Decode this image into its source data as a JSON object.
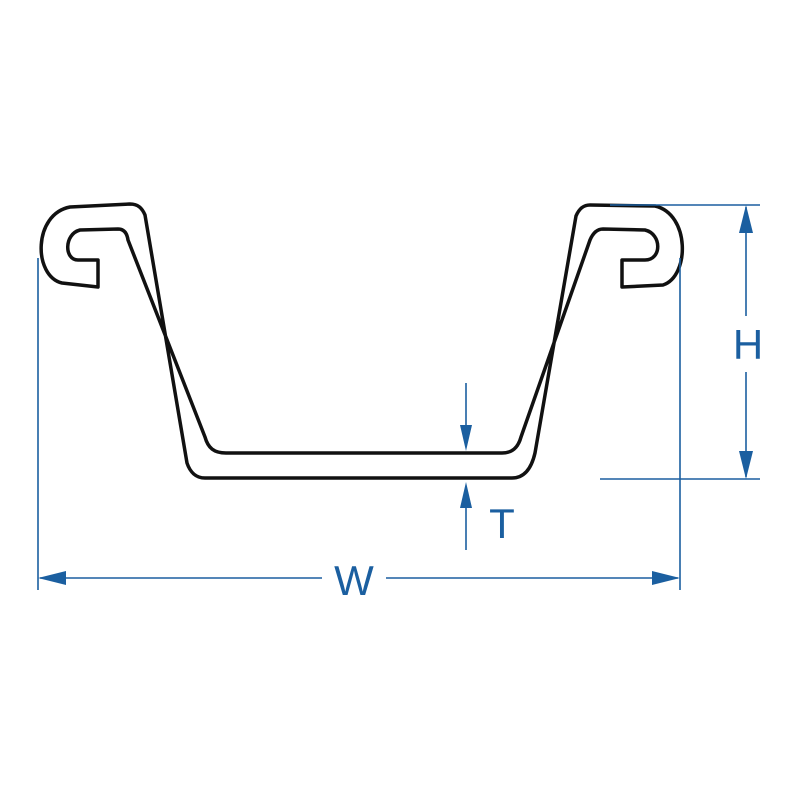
{
  "diagram": {
    "labels": {
      "width": "W",
      "height": "H",
      "thickness": "T"
    },
    "colors": {
      "profile_stroke": "#111111",
      "dimension": "#1b5fa0",
      "background": "#ffffff"
    }
  }
}
